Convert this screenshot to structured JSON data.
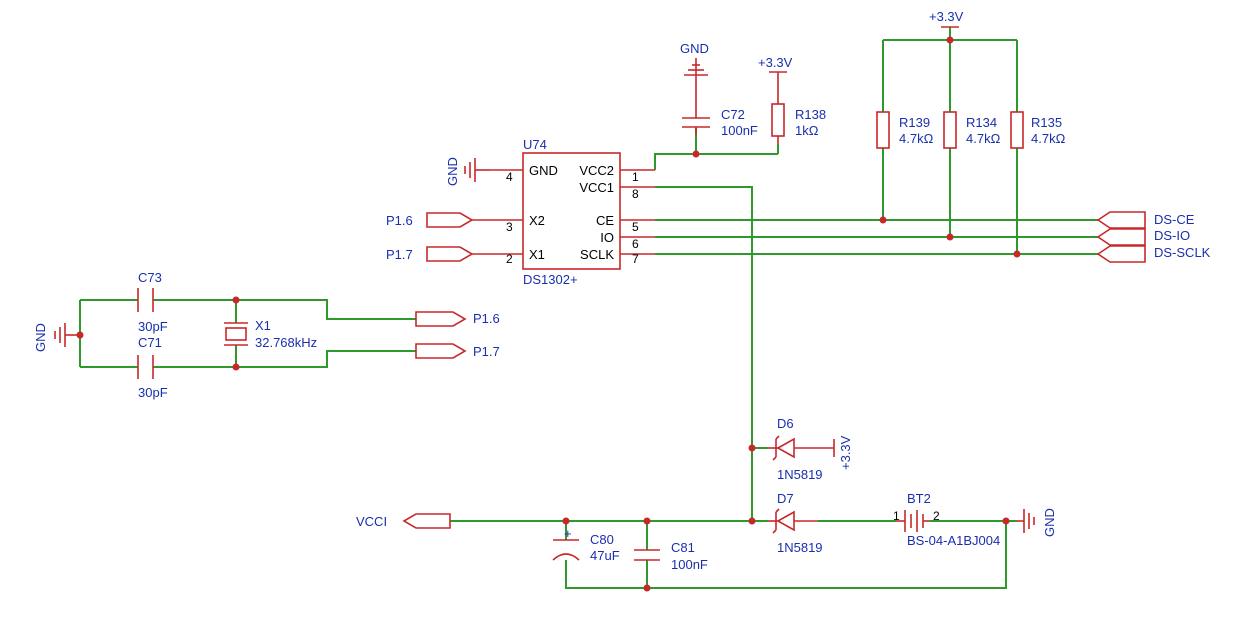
{
  "ic": {
    "ref": "U74",
    "part": "DS1302+",
    "pins": [
      {
        "name": "GND",
        "num": "4"
      },
      {
        "name": "X2",
        "num": "3"
      },
      {
        "name": "X1",
        "num": "2"
      },
      {
        "name": "VCC2",
        "num": "1"
      },
      {
        "name": "VCC1",
        "num": "8"
      },
      {
        "name": "CE",
        "num": "5"
      },
      {
        "name": "IO",
        "num": "6"
      },
      {
        "name": "SCLK",
        "num": "7"
      }
    ]
  },
  "ports": {
    "p16": "P1.6",
    "p17": "P1.7",
    "ds_ce": "DS-CE",
    "ds_io": "DS-IO",
    "ds_sclk": "DS-SCLK",
    "vcci": "VCCI"
  },
  "power": {
    "gnd": "GND",
    "v33": "+3.3V"
  },
  "components": {
    "c72": {
      "ref": "C72",
      "value": "100nF"
    },
    "r138": {
      "ref": "R138",
      "value": "1kΩ"
    },
    "r139": {
      "ref": "R139",
      "value": "4.7kΩ"
    },
    "r134": {
      "ref": "R134",
      "value": "4.7kΩ"
    },
    "r135": {
      "ref": "R135",
      "value": "4.7kΩ"
    },
    "c73": {
      "ref": "C73",
      "value": "30pF"
    },
    "c71": {
      "ref": "C71",
      "value": "30pF"
    },
    "x1": {
      "ref": "X1",
      "value": "32.768kHz"
    },
    "d6": {
      "ref": "D6",
      "value": "1N5819"
    },
    "d7": {
      "ref": "D7",
      "value": "1N5819"
    },
    "bt2": {
      "ref": "BT2",
      "value": "BS-04-A1BJ004",
      "pin1": "1",
      "pin2": "2"
    },
    "c80": {
      "ref": "C80",
      "value": "47uF",
      "polarity": "+"
    },
    "c81": {
      "ref": "C81",
      "value": "100nF"
    }
  },
  "colors": {
    "wire": "#2e9a2e",
    "component": "#c8282a",
    "label": "#1a2fb0"
  }
}
